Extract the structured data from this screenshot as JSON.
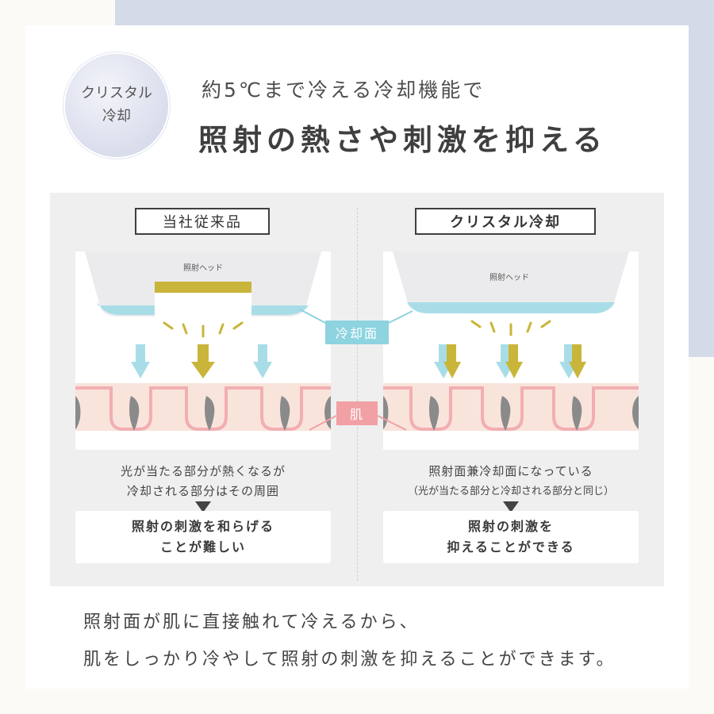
{
  "badge": {
    "line1": "クリスタル",
    "line2": "冷却"
  },
  "headline": {
    "sub": "約5℃まで冷える冷却機能で",
    "main": "照射の熱さや刺激を抑える"
  },
  "comparison": {
    "left": {
      "label": "当社従来品",
      "head_text": "照射ヘッド",
      "desc1": "光が当たる部分が熱くなるが",
      "desc2": "冷却される部分はその周囲",
      "result1": "照射の刺激を和らげる",
      "result2": "ことが難しい"
    },
    "right": {
      "label": "クリスタル冷却",
      "head_text": "照射ヘッド",
      "desc1": "照射面兼冷却面になっている",
      "desc2": "（光が当たる部分と冷却される部分と同じ）",
      "result1": "照射の刺激を",
      "result2": "抑えることができる"
    },
    "callout_cooling": "冷却面",
    "callout_skin": "肌"
  },
  "footer": {
    "line1": "照射面が肌に直接触れて冷えるから、",
    "line2": "肌をしっかり冷やして照射の刺激を抑えることができます。"
  },
  "colors": {
    "cool": "#a8dde8",
    "callout_cool": "#8dd3e0",
    "heat": "#c9b53a",
    "skin": "#f9e4dc",
    "skin_line": "#f2aeb1",
    "callout_skin": "#f1a0a4",
    "hair": "#8a8a8a",
    "badge_bg": "#d4dae8"
  },
  "icons": [
    "cool-arrow-icon",
    "heat-arrow-icon",
    "light-ray-icon",
    "hair-icon",
    "triangle-down-icon"
  ]
}
